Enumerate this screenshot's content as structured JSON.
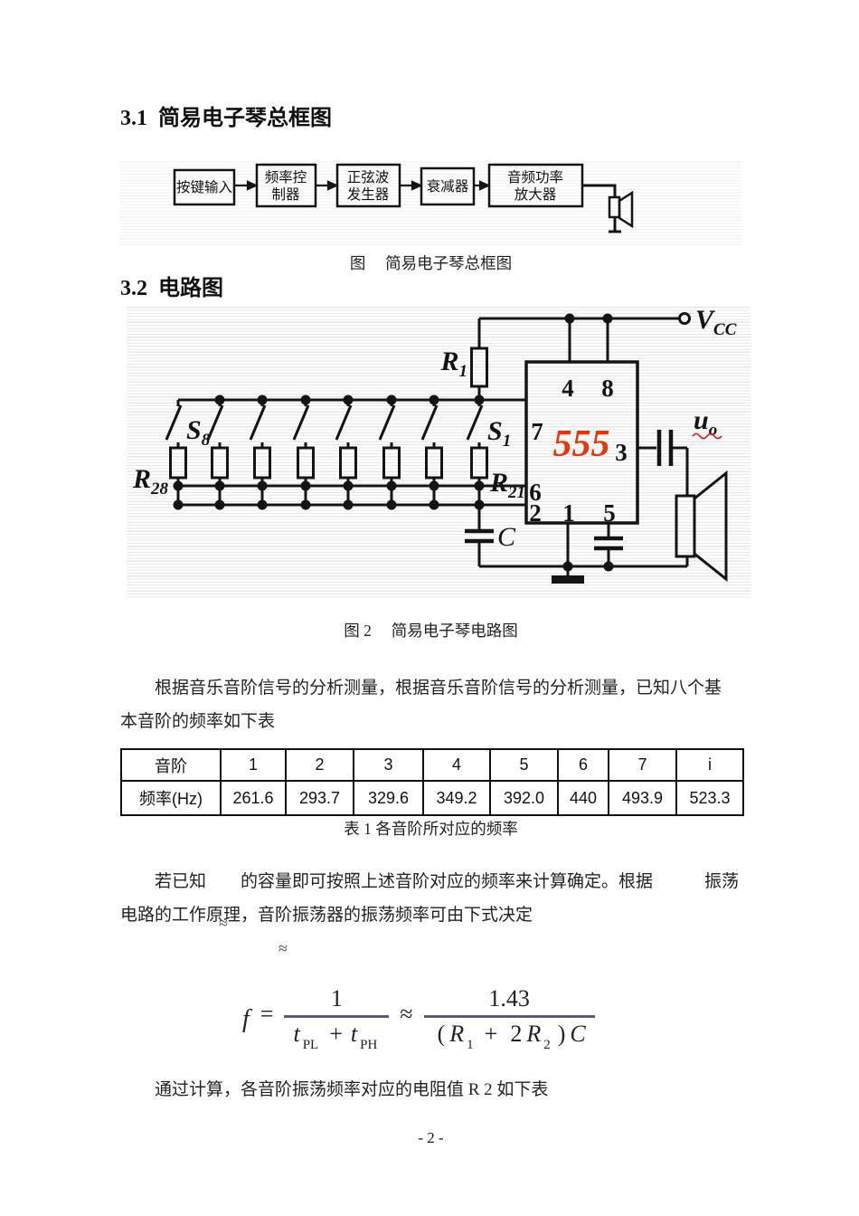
{
  "page": {
    "number": "- 2 -"
  },
  "headings": {
    "s31": "3.1  简易电子琴总框图",
    "s32": "3.2  电路图"
  },
  "figure1": {
    "boxes": [
      {
        "line1": "按键输入",
        "line2": ""
      },
      {
        "line1": "频率控",
        "line2": "制器"
      },
      {
        "line1": "正弦波",
        "line2": "发生器"
      },
      {
        "line1": "衰减器",
        "line2": ""
      },
      {
        "line1": "音频功率",
        "line2": "放大器"
      }
    ],
    "caption": "图　 简易电子琴总框图"
  },
  "figure2": {
    "caption": "图 2　 简易电子琴电路图",
    "labels": {
      "vcc_main": "V",
      "vcc_sub": "CC",
      "r1_main": "R",
      "r1_sub": "1",
      "s8_main": "S",
      "s8_sub": "8",
      "s1_main": "S",
      "s1_sub": "1",
      "r28_main": "R",
      "r28_sub": "28",
      "r21_main": "R",
      "r21_sub": "21",
      "chip": "555",
      "cap": "C",
      "uo_main": "u",
      "uo_sub": "o",
      "pin1": "1",
      "pin2": "2",
      "pin3": "3",
      "pin4": "4",
      "pin5": "5",
      "pin6": "6",
      "pin7": "7",
      "pin8": "8"
    }
  },
  "para1": {
    "line1": "根据音乐音阶信号的分析测量，根据音乐音阶信号的分析测量，已知八个基",
    "line2": "本音阶的频率如下表"
  },
  "table1": {
    "caption": "表 1 各音阶所对应的频率",
    "rows": [
      [
        "音阶",
        "1",
        "2",
        "3",
        "4",
        "5",
        "6",
        "7",
        "i"
      ],
      [
        "频率(Hz)",
        "261.6",
        "293.7",
        "329.6",
        "349.2",
        "392.0",
        "440",
        "493.9",
        "523.3"
      ]
    ]
  },
  "para2": {
    "line1": "若已知　　的容量即可按照上述音阶对应的频率来计算确定。根据　　　振荡",
    "line2": "电路的工作原理，音阶振荡器的振荡频率可由下式决定",
    "approx1": "≈",
    "approx2": "≈"
  },
  "formula": {
    "lhs": "f",
    "equals": "=",
    "frac1": {
      "num": "1",
      "den_t1": "t",
      "den_sub1": "PL",
      "den_op": "+",
      "den_t2": "t",
      "den_sub2": "PH"
    },
    "approx": "≈",
    "frac2": {
      "num": "1.43",
      "d1": "(",
      "d2": "R",
      "d3": "1",
      "d4": "+",
      "d5": "2",
      "d6": "R",
      "d7": "2",
      "d8": ")",
      "d9": "C"
    }
  },
  "para3": {
    "text": "通过计算，各音阶振荡频率对应的电阻值 R 2 如下表"
  }
}
